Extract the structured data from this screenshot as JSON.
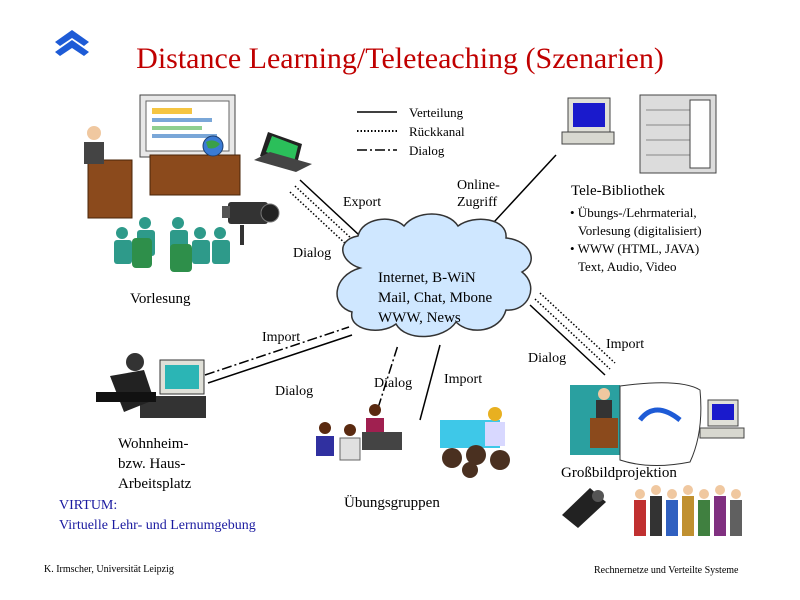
{
  "title": "Distance Learning/Teleteaching (Szenarien)",
  "legend": {
    "items": [
      {
        "label": "Verteilung",
        "style": "solid"
      },
      {
        "label": "Rückkanal",
        "style": "dotted"
      },
      {
        "label": "Dialog",
        "style": "dashdot"
      }
    ]
  },
  "center": {
    "lines": [
      "Internet, B-WiN",
      "Mail, Chat, Mbone",
      "WWW, News"
    ]
  },
  "nodes": {
    "vorlesung": "Vorlesung",
    "wohnheim": [
      "Wohnheim-",
      "bzw. Haus-",
      "Arbeitsplatz"
    ],
    "uebungsgruppen": "Übungsgruppen",
    "grossbild": "Großbildprojektion",
    "bibliothek": {
      "title": "Tele-Bibliothek",
      "items": [
        "• Übungs-/Lehrmaterial,",
        "   Vorlesung (digitalisiert)",
        "• WWW (HTML, JAVA)",
        "   Text, Audio, Video"
      ]
    }
  },
  "edge_labels": {
    "export": "Export",
    "online": [
      "Online-",
      "Zugriff"
    ],
    "dialog_top": "Dialog",
    "import_left": "Import",
    "dialog_left": "Dialog",
    "dialog_bottom": "Dialog",
    "import_bottom": "Import",
    "dialog_right": "Dialog",
    "import_right": "Import"
  },
  "virtum": {
    "line1": "VIRTUM:",
    "line2": "Virtuelle Lehr- und Lernumgebung"
  },
  "footer": {
    "left": "K. Irmscher, Universität Leipzig",
    "right": "Rechnernetze und Verteilte Systeme"
  },
  "colors": {
    "title": "#c00000",
    "cloud": "#cfe7ff",
    "virtum": "#1a1aa0",
    "logo": "#1e5bd6"
  }
}
